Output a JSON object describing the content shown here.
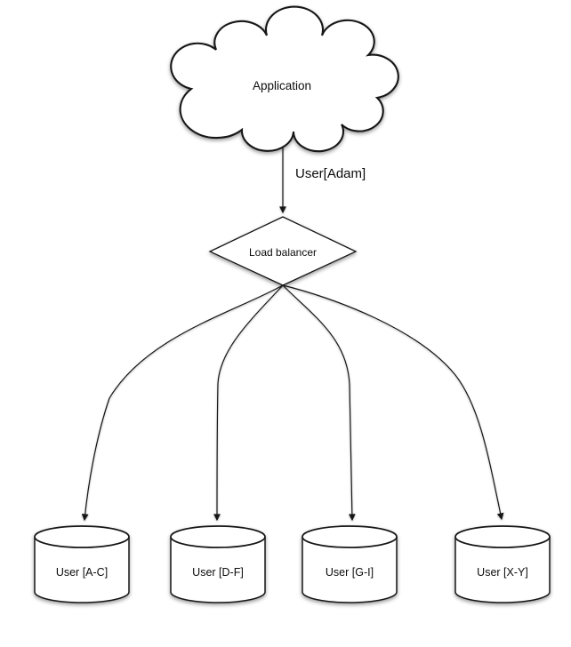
{
  "diagram": {
    "background": "#ffffff",
    "line_color": "#161616",
    "shape_fill": "#ffffff",
    "cloud": {
      "label": "Application"
    },
    "flow_label": "User[Adam]",
    "load_balancer": {
      "label": "Load balancer"
    },
    "databases": [
      {
        "label": "User [A-C]"
      },
      {
        "label": "User [D-F]"
      },
      {
        "label": "User [G-I]"
      },
      {
        "label": "User [X-Y]"
      }
    ]
  }
}
